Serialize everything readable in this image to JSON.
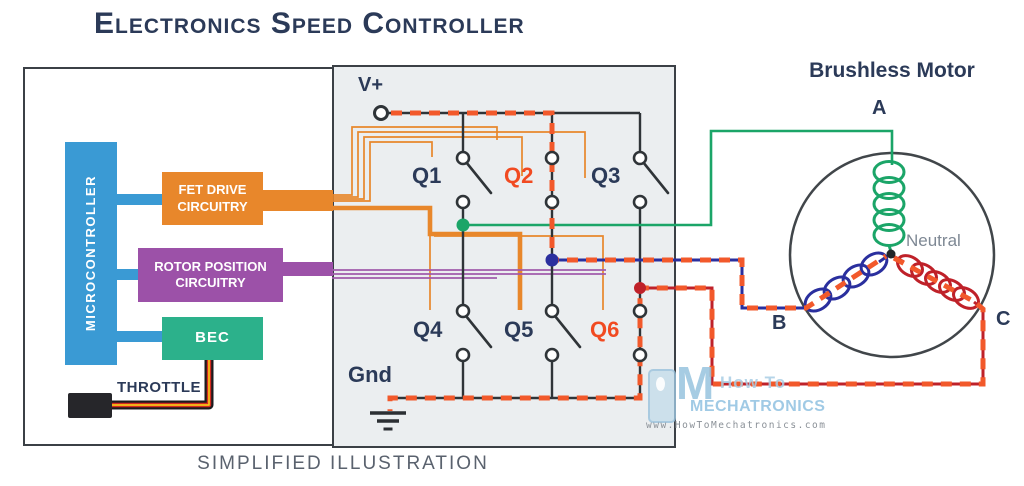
{
  "title": "Electronics Speed Controller",
  "caption": "SIMPLIFIED ILLUSTRATION",
  "esc": {
    "microcontroller_label": "MICROCONTROLLER",
    "fet_drive": {
      "line1": "FET DRIVE",
      "line2": "CIRCUITRY"
    },
    "rotor_position": {
      "line1": "ROTOR POSITION",
      "line2": "CIRCUITRY"
    },
    "bec_label": "BEC",
    "throttle_label": "THROTTLE"
  },
  "bridge": {
    "vplus_label": "V+",
    "gnd_label": "Gnd",
    "transistors": [
      {
        "label": "Q1",
        "state": "open",
        "active": false
      },
      {
        "label": "Q2",
        "state": "closed",
        "active": true
      },
      {
        "label": "Q3",
        "state": "open",
        "active": false
      },
      {
        "label": "Q4",
        "state": "open",
        "active": false
      },
      {
        "label": "Q5",
        "state": "open",
        "active": false
      },
      {
        "label": "Q6",
        "state": "closed",
        "active": true
      }
    ]
  },
  "motor": {
    "title": "Brushless Motor",
    "phase_a_label": "A",
    "phase_b_label": "B",
    "phase_c_label": "C",
    "neutral_label": "Neutral",
    "current_path": "V+ > Q2 > phase B coil > neutral > phase C coil > Q6 > Gnd"
  },
  "watermark": {
    "logo_letter": "M",
    "brand_top": "How To",
    "brand_main": "MECHATRONICS",
    "url": "www.HowToMechatronics.com"
  },
  "colors": {
    "navy": "#2b3a58",
    "dash_orange": "#f2592b",
    "wire_orange": "#e8872b",
    "micro_blue": "#3a9ad4",
    "rotor_purple": "#9c51a8",
    "bec_teal": "#2cb18b",
    "phase_green": "#1ba568",
    "phase_blue": "#2a2f9e",
    "phase_red": "#bf2129"
  }
}
